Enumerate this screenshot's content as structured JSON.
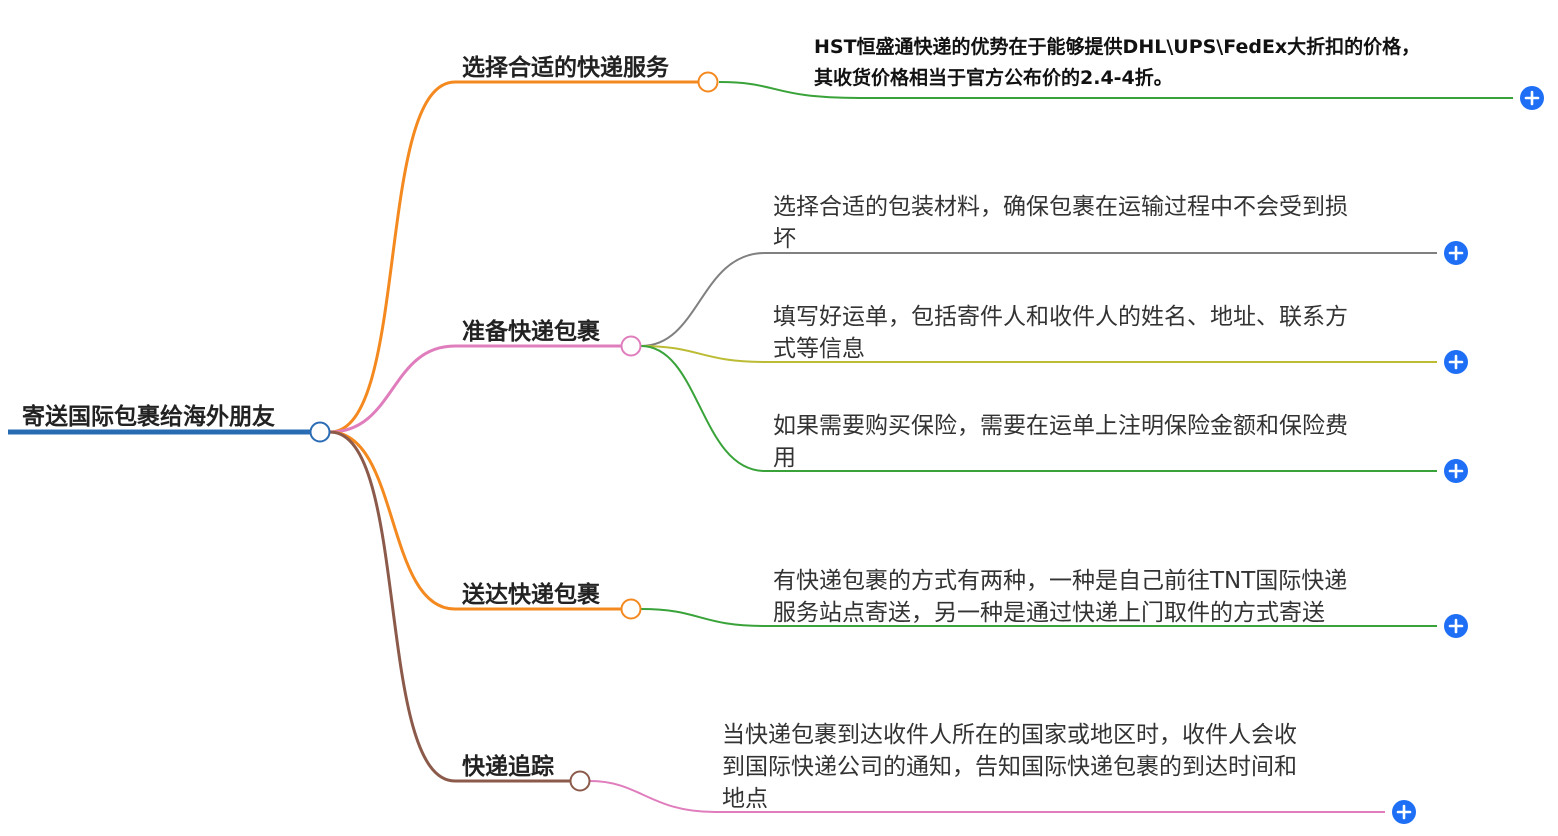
{
  "colors": {
    "root": "#2a6cb4",
    "expand_button": "#1e6ff5",
    "branch_1": "#f4891f",
    "branch_2": "#e07dbd",
    "branch_3": "#f4891f",
    "branch_4": "#8b5a4a",
    "leaf_green": "#39a33a",
    "leaf_gray": "#808080",
    "leaf_olive": "#bcbc34"
  },
  "root": {
    "label": "寄送国际包裹给海外朋友"
  },
  "branches": [
    {
      "label": "选择合适的快递服务",
      "leaves": [
        {
          "lines": [
            "HST恒盛通快递的优势在于能够提供DHL\\UPS\\FedEx大折扣的价格，",
            "其收货价格相当于官方公布价的2.4-4折。"
          ]
        }
      ]
    },
    {
      "label": "准备快递包裹",
      "leaves": [
        {
          "lines": [
            "选择合适的包装材料，确保包裹在运输过程中不会受到损",
            "坏"
          ]
        },
        {
          "lines": [
            "填写好运单，包括寄件人和收件人的姓名、地址、联系方",
            "式等信息"
          ]
        },
        {
          "lines": [
            "如果需要购买保险，需要在运单上注明保险金额和保险费",
            "用"
          ]
        }
      ]
    },
    {
      "label": "送达快递包裹",
      "leaves": [
        {
          "lines": [
            "有快递包裹的方式有两种，一种是自己前往TNT国际快递",
            "服务站点寄送，另一种是通过快递上门取件的方式寄送"
          ]
        }
      ]
    },
    {
      "label": "快递追踪",
      "leaves": [
        {
          "lines": [
            "当快递包裹到达收件人所在的国家或地区时，收件人会收",
            "到国际快递公司的通知，告知国际快递包裹的到达时间和",
            "地点"
          ]
        }
      ]
    }
  ]
}
